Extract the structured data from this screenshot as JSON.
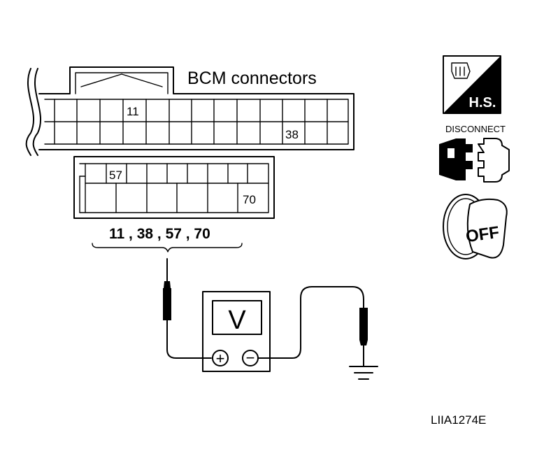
{
  "title": "BCM connectors",
  "connector_upper": {
    "pin_labels": [
      "11",
      "38"
    ]
  },
  "connector_lower": {
    "pin_labels": [
      "57",
      "70"
    ]
  },
  "terminals_label": "11 , 38 , 57 , 70",
  "meter": {
    "display": "V",
    "plus_symbol": "+",
    "minus_symbol": "−"
  },
  "icons": {
    "hs_label": "H.S.",
    "disconnect_label": "DISCONNECT",
    "off_label": "OFF"
  },
  "figure_code": "LIIA1274E"
}
